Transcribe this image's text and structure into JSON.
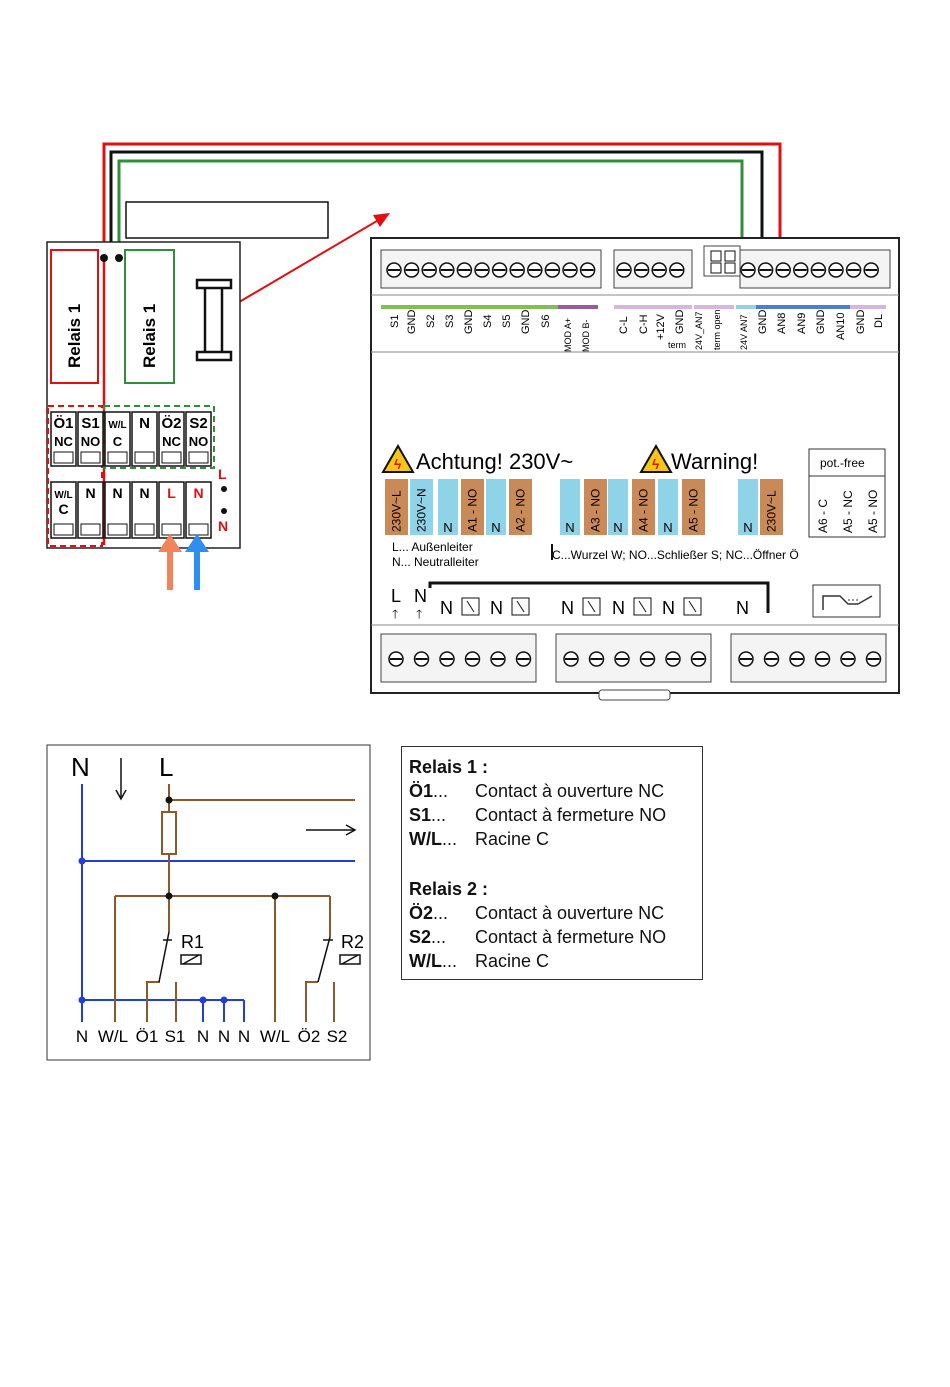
{
  "colors": {
    "red": "#e01010",
    "green": "#2f8f3a",
    "black": "#111111",
    "blue": "#1f3fd6",
    "brown": "#8b5a2b",
    "orange": "#f0845a",
    "lightblue": "#2f8ff0",
    "tan": "#c98a57",
    "cyan": "#8fd3e8"
  },
  "relay_box": {
    "relay1_red": "Relais 1",
    "relay1_green": "Relais 1",
    "row1": [
      [
        "Ö1",
        "NC"
      ],
      [
        "S1",
        "NO"
      ],
      [
        "W/L",
        "C"
      ],
      [
        "N",
        ""
      ],
      [
        "Ö2",
        "NC"
      ],
      [
        "S2",
        "NO"
      ]
    ],
    "row2": [
      "W/L\nC",
      "N",
      "N",
      "N",
      "L",
      "N"
    ],
    "side_L": "L",
    "side_N": "N"
  },
  "controller": {
    "top_labels": [
      "S1",
      "GND",
      "S2",
      "S3",
      "GND",
      "S4",
      "S5",
      "GND",
      "S6",
      "MOD A+",
      "MOD B-",
      "C-L",
      "C-H",
      "+12V",
      "GND",
      "24V_AN7",
      "term open",
      "24V AN7",
      "GND",
      "AN8",
      "AN9",
      "GND",
      "AN10",
      "GND",
      "DL"
    ],
    "term_label": "term",
    "warning": "Achtung! 230V~",
    "warning2": "Warning!",
    "potfree": "pot.-free",
    "potfree_labels": [
      "A6 - C",
      "A5 - NC",
      "A5 - NO"
    ],
    "terminal_labels": [
      "230V~L",
      "230V~N",
      "N",
      "A1 - NO",
      "N",
      "A2 - NO",
      "N",
      "A3 - NO",
      "N",
      "A4 - NO",
      "N",
      "A5 - NO",
      "N",
      "230V~L"
    ],
    "legend1": "L... Außenleiter",
    "legend2": "N... Neutralleiter",
    "legend3": "C...Wurzel W; NO...Schließer S; NC...Öffner Ö",
    "bottom_L": "L",
    "bottom_N": "N",
    "bottom_ns": [
      "N",
      "N",
      "N",
      "N",
      "N",
      "N"
    ]
  },
  "schematic": {
    "N": "N",
    "L": "L",
    "R1": "R1",
    "R2": "R2",
    "bottom": [
      "N",
      "W/L",
      "Ö1",
      "S1",
      "N",
      "N",
      "N",
      "W/L",
      "Ö2",
      "S2"
    ]
  },
  "legend": {
    "relay1_title": "Relais 1 :",
    "relay1": [
      [
        "Ö1",
        "...",
        "Contact à ouverture NC"
      ],
      [
        "S1",
        "...",
        "Contact à fermeture NO"
      ],
      [
        "W/L",
        "...",
        "Racine C"
      ]
    ],
    "relay2_title": "Relais 2 :",
    "relay2": [
      [
        "Ö2",
        "...",
        "Contact à ouverture NC"
      ],
      [
        "S2",
        "...",
        "Contact à fermeture NO"
      ],
      [
        "W/L",
        "...",
        "Racine C"
      ]
    ]
  }
}
